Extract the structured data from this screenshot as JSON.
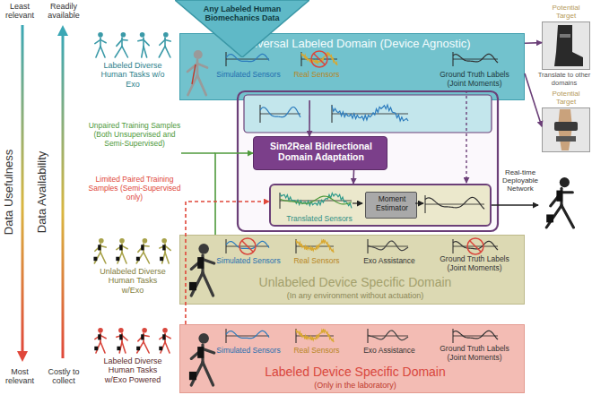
{
  "diagram": {
    "nodes": [
      {
        "text": [
          "Any Labeled Human Biomechanics Data"
        ]
      },
      {
        "text": [
          "Universal Labeled Domain (Device Agnostic)",
          "Simulated Sensors",
          "Real Sensors",
          "Ground Truth Labels (Joint Moments)"
        ]
      },
      {
        "text": [
          "Sim2Real Bidirectional Domain Adaptation"
        ]
      },
      {
        "text": [
          "Translated Sensors"
        ]
      },
      {
        "text": [
          "Moment Estimator"
        ],
        "in": 3
      },
      {
        "text": [
          "Simulated Sensors",
          "Real Sensors",
          "Exo Assistance",
          "Ground Truth Labels (Joint Moments)",
          "Unlabeled Device Specific Domain",
          "(In any environment without actuation)"
        ]
      },
      {
        "text": [
          "Simulated Sensors",
          "Real Sensors",
          "Exo Assistance",
          "Ground Truth Labels (Joint Moments)",
          "Labeled Device Specific Domain",
          "(Only in the laboratory)"
        ]
      },
      {
        "text": [
          "Potential Target"
        ]
      },
      {
        "text": [
          "Potential Target"
        ]
      }
    ],
    "edges": [
      {
        "from": 1,
        "to": 2,
        "arrow": "to"
      },
      {
        "from": 2,
        "to": 3,
        "arrow": "to"
      },
      {
        "from": 5,
        "to": 2,
        "arrow": "to"
      },
      {
        "from": 6,
        "to": 3,
        "arrow": "to"
      },
      {
        "from": 1,
        "to": 7,
        "arrow": "to"
      },
      {
        "from": 1,
        "to": 8,
        "arrow": "to"
      }
    ],
    "labels": [
      "Least relevant",
      "Readily available",
      "Data Usefulness",
      "Data Availability",
      "Most relevant",
      "Costly to collect",
      "Labeled Diverse Human Tasks w/o Exo",
      "Unpaired Training Samples (Both Unsupervised and Semi-Supervised)",
      "Limited Paired Training Samples (Semi-Supervised only)",
      "Unlabeled Diverse Human Tasks w/Exo",
      "Labeled Diverse Human Tasks w/Exo Powered",
      "Translate to other domains",
      "Real-time Deployable Network"
    ]
  }
}
